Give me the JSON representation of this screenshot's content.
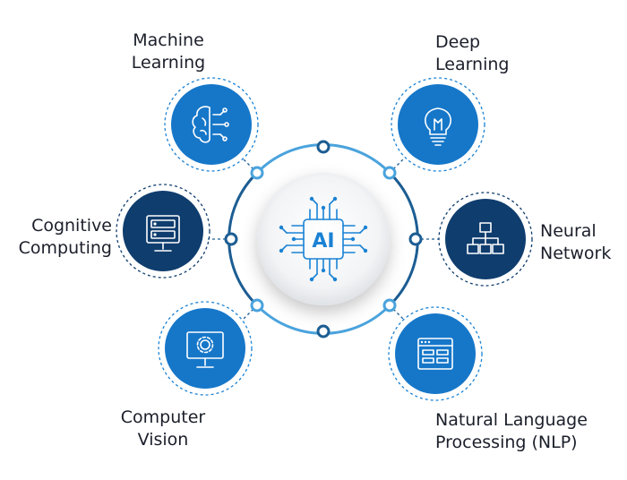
{
  "hub": {
    "label": "AI"
  },
  "colors": {
    "light_blue": "#1677c9",
    "dark_blue": "#0f3d6e",
    "ring": "#1c5d93",
    "ring_light": "#55a8e0"
  },
  "nodes": [
    {
      "id": "machine-learning",
      "lines": [
        "Machine",
        "Learning"
      ],
      "icon": "brain-circuit-icon",
      "tone": "light"
    },
    {
      "id": "deep-learning",
      "lines": [
        "Deep",
        "Learning"
      ],
      "icon": "lightbulb-icon",
      "tone": "light"
    },
    {
      "id": "cognitive-computing",
      "lines": [
        "Cognitive",
        "Computing"
      ],
      "icon": "server-monitor-icon",
      "tone": "dark"
    },
    {
      "id": "neural-network",
      "lines": [
        "Neural",
        "Network"
      ],
      "icon": "network-hierarchy-icon",
      "tone": "dark"
    },
    {
      "id": "computer-vision",
      "lines": [
        "Computer",
        "Vision"
      ],
      "icon": "monitor-gear-icon",
      "tone": "light"
    },
    {
      "id": "nlp",
      "lines": [
        "Natural Language",
        "Processing (NLP)"
      ],
      "icon": "browser-window-icon",
      "tone": "light"
    }
  ]
}
